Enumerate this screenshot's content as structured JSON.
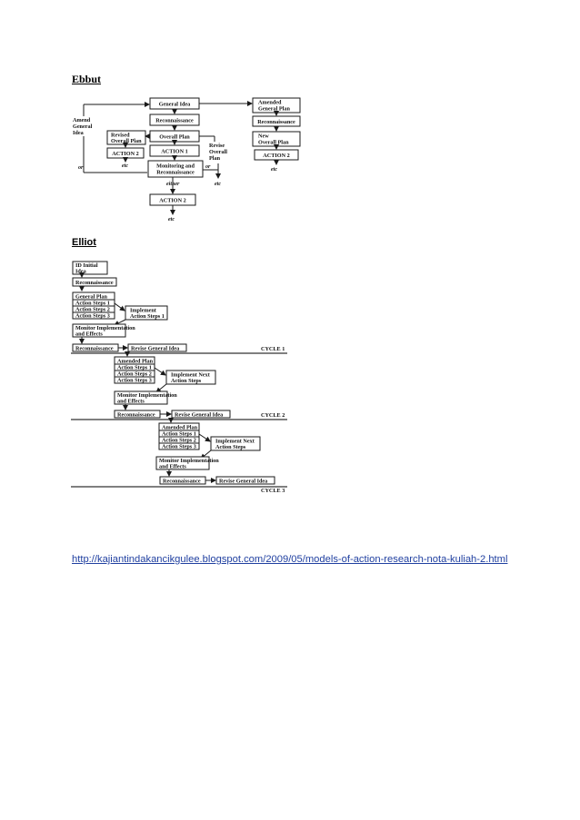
{
  "headings": {
    "ebbut": "Ebbut",
    "elliot": "Elliot"
  },
  "link_url": "http://kajiantindakancikgulee.blogspot.com/2009/05/models-of-action-research-nota-kuliah-2.html",
  "ebbut_diagram": {
    "general_idea": "General Idea",
    "reconnaissance": "Reconnaissance",
    "overall_plan": "Overall Plan",
    "action_1": "ACTION 1",
    "monitoring_1": "Monitoring and",
    "monitoring_2": "Reconnaissance",
    "either": "either",
    "action_2_bottom": "ACTION 2",
    "etc_bottom": "etc",
    "amend_1": "Amend",
    "amend_2": "General",
    "amend_3": "Idea",
    "or_left": "or",
    "revised_1": "Revised",
    "revised_2": "Overall Plan",
    "action_2_left": "ACTION 2",
    "etc_left": "etc",
    "revise_1": "Revise",
    "revise_2": "Overall",
    "revise_3": "Plan",
    "or_mid": "or",
    "etc_mid": "etc",
    "amended_1": "Amended",
    "amended_2": "General Plan",
    "recon_right": "Reconnaissance",
    "new_1": "New",
    "new_2": "Overall Plan",
    "action_2_right": "ACTION 2",
    "etc_right": "etc"
  },
  "elliot_diagram": {
    "id_1": "ID Initial",
    "id_2": "Idea",
    "recon": "Reconnaissance",
    "general_plan": "General Plan",
    "c1_steps": [
      "Action Steps 1",
      "Action Steps 2",
      "Action Steps 3"
    ],
    "c1_implement_1": "Implement",
    "c1_implement_2": "Action Steps 1",
    "c1_monitor_1": "Monitor Implementation",
    "c1_monitor_2": "and Effects",
    "c1_recon": "Reconnaissance",
    "c1_revise": "Revise General Idea",
    "cycle1": "CYCLE 1",
    "c2_amended": "Amended Plan",
    "c2_steps": [
      "Action Steps 1",
      "Action Steps 2",
      "Action Steps 3"
    ],
    "c2_implement_1": "Implement Next",
    "c2_implement_2": "Action Steps",
    "c2_monitor_1": "Monitor Implementation",
    "c2_monitor_2": "and Effects",
    "c2_recon": "Reconnaissance",
    "c2_revise": "Revise General Idea",
    "cycle2": "CYCLE 2",
    "c3_amended": "Amended Plan",
    "c3_steps": [
      "Action Steps 1",
      "Action Steps 2",
      "Action Steps 3"
    ],
    "c3_implement_1": "Implement Next",
    "c3_implement_2": "Action Steps",
    "c3_monitor_1": "Monitor Implementation",
    "c3_monitor_2": "and Effects",
    "c3_recon": "Reconnaissance",
    "c3_revise": "Revise General Idea",
    "cycle3": "CYCLE 3"
  }
}
